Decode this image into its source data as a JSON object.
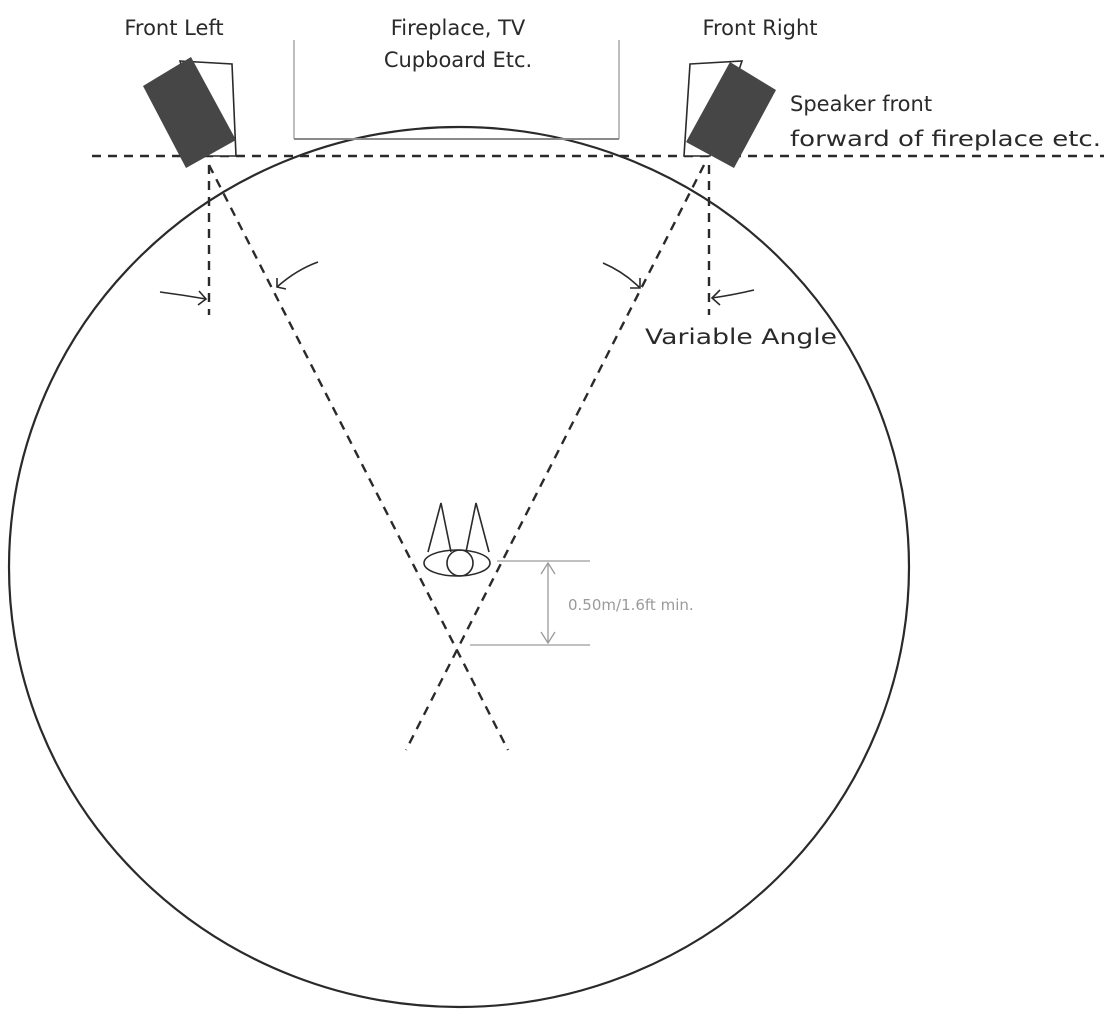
{
  "labels": {
    "front_left": "Front Left",
    "front_right": "Front Right",
    "fireplace_line1": "Fireplace, TV",
    "fireplace_line2": "Cupboard Etc.",
    "speaker_note_line1": "Speaker front",
    "speaker_note_line2": "forward of fireplace etc.",
    "variable_angle": "Variable Angle",
    "min_distance": "0.50m/1.6ft min."
  },
  "colors": {
    "speaker_fill": "#464646",
    "line": "#2a2a2a",
    "dimension": "#9a9a9a"
  }
}
